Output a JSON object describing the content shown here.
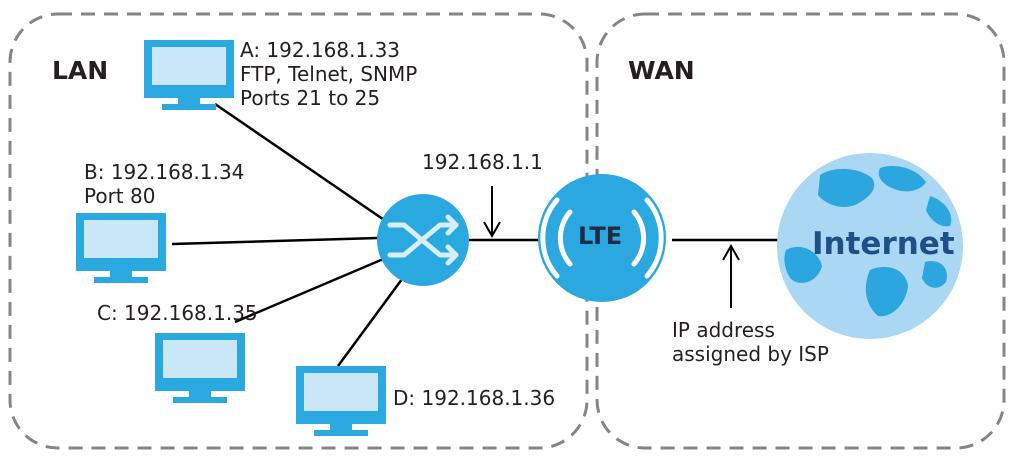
{
  "zones": {
    "lan": "LAN",
    "wan": "WAN"
  },
  "hosts": {
    "a": {
      "lines": [
        "A: 192.168.1.33",
        "FTP, Telnet, SNMP",
        "Ports 21 to 25"
      ]
    },
    "b": {
      "lines": [
        "B: 192.168.1.34",
        "Port 80"
      ]
    },
    "c": {
      "label": "C: 192.168.1.35"
    },
    "d": {
      "label": "D: 192.168.1.36"
    }
  },
  "router": {
    "ip": "192.168.1.1"
  },
  "lte": {
    "label": "LTE"
  },
  "internet": {
    "label": "Internet"
  },
  "isp": {
    "lines": [
      "IP address",
      "assigned by ISP"
    ]
  },
  "colors": {
    "monitor": "#29a9e0",
    "monitor_screen": "#c9e8f7",
    "router": "#29a9e0",
    "lte_circle": "#2ca8e0",
    "globe_ocean": "#aad7f4",
    "globe_land": "#2ba6de",
    "dashed_border": "#858585",
    "line": "#000000"
  }
}
